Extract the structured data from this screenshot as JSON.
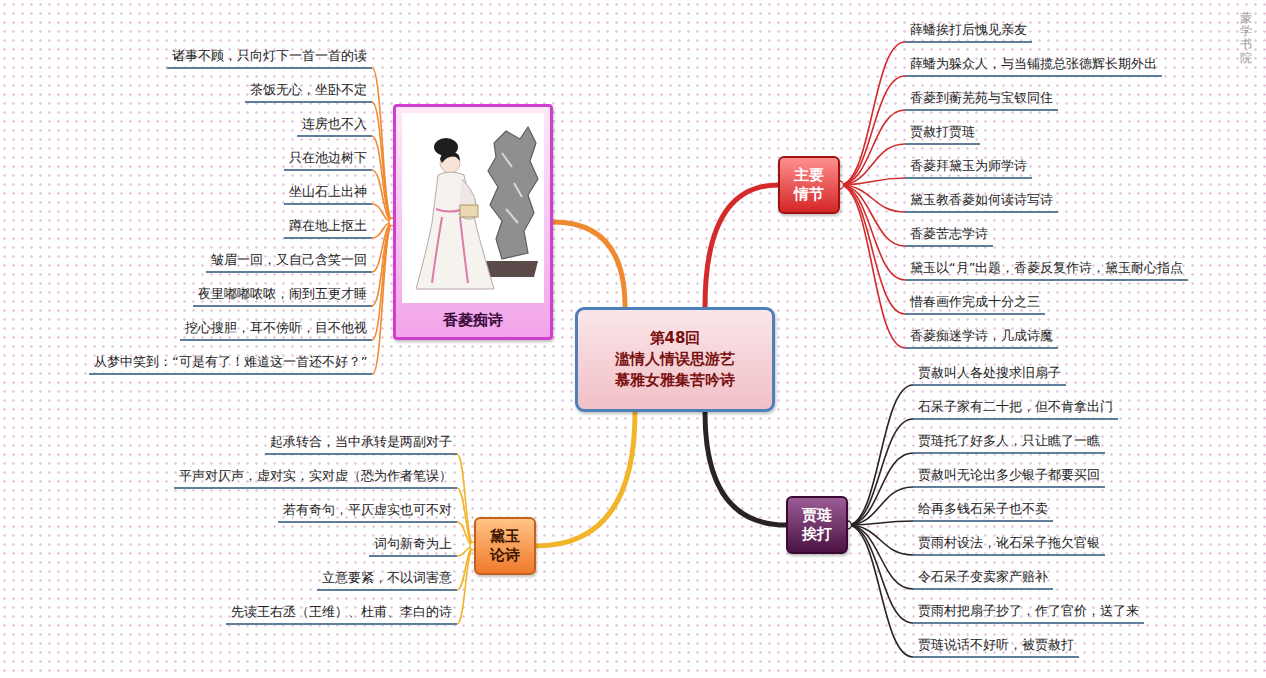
{
  "diagram": {
    "nodes": [
      {
        "text": [
          "第48回 滥情人情误思游艺 慕雅女雅集苦吟诗"
        ]
      },
      {
        "text": [
          "主要情节"
        ]
      },
      {
        "text": [
          "薛蟠挨打后愧见亲友"
        ]
      },
      {
        "text": [
          "薛蟠为躲众人，与当铺揽总张德辉长期外出"
        ]
      },
      {
        "text": [
          "香菱到蘅芜苑与宝钗同住"
        ]
      },
      {
        "text": [
          "贾赦打贾琏"
        ]
      },
      {
        "text": [
          "香菱拜黛玉为师学诗"
        ]
      },
      {
        "text": [
          "黛玉教香菱如何读诗写诗"
        ]
      },
      {
        "text": [
          "香菱苦志学诗"
        ]
      },
      {
        "text": [
          "黛玉以“月”出题，香菱反复作诗，黛玉耐心指点"
        ]
      },
      {
        "text": [
          "惜春画作完成十分之三"
        ]
      },
      {
        "text": [
          "香菱痴迷学诗，几成诗魔"
        ]
      },
      {
        "text": [
          "贾琏挨打"
        ]
      },
      {
        "text": [
          "贾赦叫人各处搜求旧扇子"
        ]
      },
      {
        "text": [
          "石呆子家有二十把，但不肯拿出门"
        ]
      },
      {
        "text": [
          "贾琏托了好多人，只让瞧了一瞧"
        ]
      },
      {
        "text": [
          "贾赦叫无论出多少银子都要买回"
        ]
      },
      {
        "text": [
          "给再多钱石呆子也不卖"
        ]
      },
      {
        "text": [
          "贾雨村设法，讹石呆子拖欠官银"
        ]
      },
      {
        "text": [
          "令石呆子变卖家产赔补"
        ]
      },
      {
        "text": [
          "贾雨村把扇子抄了，作了官价，送了来"
        ]
      },
      {
        "text": [
          "贾琏说话不好听，被贾赦打"
        ]
      },
      {
        "text": [
          "香菱痴诗"
        ]
      },
      {
        "text": [
          "诸事不顾，只向灯下一首一首的读"
        ]
      },
      {
        "text": [
          "茶饭无心，坐卧不定"
        ]
      },
      {
        "text": [
          "连房也不入"
        ]
      },
      {
        "text": [
          "只在池边树下"
        ]
      },
      {
        "text": [
          "坐山石上出神"
        ]
      },
      {
        "text": [
          "蹲在地上抠土"
        ]
      },
      {
        "text": [
          "皱眉一回，又自己含笑一回"
        ]
      },
      {
        "text": [
          "夜里嘟嘟哝哝，闹到五更才睡"
        ]
      },
      {
        "text": [
          "挖心搜胆，耳不傍听，目不他视"
        ]
      },
      {
        "text": [
          "从梦中笑到：“可是有了！难道这一首还不好？”"
        ]
      },
      {
        "text": [
          "黛玉论诗"
        ]
      },
      {
        "text": [
          "起承转合，当中承转是两副对子"
        ]
      },
      {
        "text": [
          "平声对仄声，虚对实，实对虚（恐为作者笔误）"
        ]
      },
      {
        "text": [
          "若有奇句，平仄虚实也可不对"
        ]
      },
      {
        "text": [
          "词句新奇为上"
        ]
      },
      {
        "text": [
          "立意要紧，不以词害意"
        ]
      },
      {
        "text": [
          "先读王右丞（王维）、杜甫、李白的诗"
        ]
      }
    ],
    "edges": [
      {
        "from": 0,
        "to": 1,
        "arrow": "none"
      },
      {
        "from": 1,
        "to": 2,
        "arrow": "none"
      },
      {
        "from": 1,
        "to": 3,
        "arrow": "none"
      },
      {
        "from": 1,
        "to": 4,
        "arrow": "none"
      },
      {
        "from": 1,
        "to": 5,
        "arrow": "none"
      },
      {
        "from": 1,
        "to": 6,
        "arrow": "none"
      },
      {
        "from": 1,
        "to": 7,
        "arrow": "none"
      },
      {
        "from": 1,
        "to": 8,
        "arrow": "none"
      },
      {
        "from": 1,
        "to": 9,
        "arrow": "none"
      },
      {
        "from": 1,
        "to": 10,
        "arrow": "none"
      },
      {
        "from": 1,
        "to": 11,
        "arrow": "none"
      },
      {
        "from": 0,
        "to": 12,
        "arrow": "none"
      },
      {
        "from": 12,
        "to": 13,
        "arrow": "none"
      },
      {
        "from": 12,
        "to": 14,
        "arrow": "none"
      },
      {
        "from": 12,
        "to": 15,
        "arrow": "none"
      },
      {
        "from": 12,
        "to": 16,
        "arrow": "none"
      },
      {
        "from": 12,
        "to": 17,
        "arrow": "none"
      },
      {
        "from": 12,
        "to": 18,
        "arrow": "none"
      },
      {
        "from": 12,
        "to": 19,
        "arrow": "none"
      },
      {
        "from": 12,
        "to": 20,
        "arrow": "none"
      },
      {
        "from": 12,
        "to": 21,
        "arrow": "none"
      },
      {
        "from": 0,
        "to": 22,
        "arrow": "none"
      },
      {
        "from": 22,
        "to": 23,
        "arrow": "none"
      },
      {
        "from": 22,
        "to": 24,
        "arrow": "none"
      },
      {
        "from": 22,
        "to": 25,
        "arrow": "none"
      },
      {
        "from": 22,
        "to": 26,
        "arrow": "none"
      },
      {
        "from": 22,
        "to": 27,
        "arrow": "none"
      },
      {
        "from": 22,
        "to": 28,
        "arrow": "none"
      },
      {
        "from": 22,
        "to": 29,
        "arrow": "none"
      },
      {
        "from": 22,
        "to": 30,
        "arrow": "none"
      },
      {
        "from": 22,
        "to": 31,
        "arrow": "none"
      },
      {
        "from": 22,
        "to": 32,
        "arrow": "none"
      },
      {
        "from": 0,
        "to": 33,
        "arrow": "none"
      },
      {
        "from": 33,
        "to": 34,
        "arrow": "none"
      },
      {
        "from": 33,
        "to": 35,
        "arrow": "none"
      },
      {
        "from": 33,
        "to": 36,
        "arrow": "none"
      },
      {
        "from": 33,
        "to": 37,
        "arrow": "none"
      },
      {
        "from": 33,
        "to": 38,
        "arrow": "none"
      },
      {
        "from": 33,
        "to": 39,
        "arrow": "none"
      }
    ],
    "labels": [
      "蒙学书院"
    ]
  }
}
